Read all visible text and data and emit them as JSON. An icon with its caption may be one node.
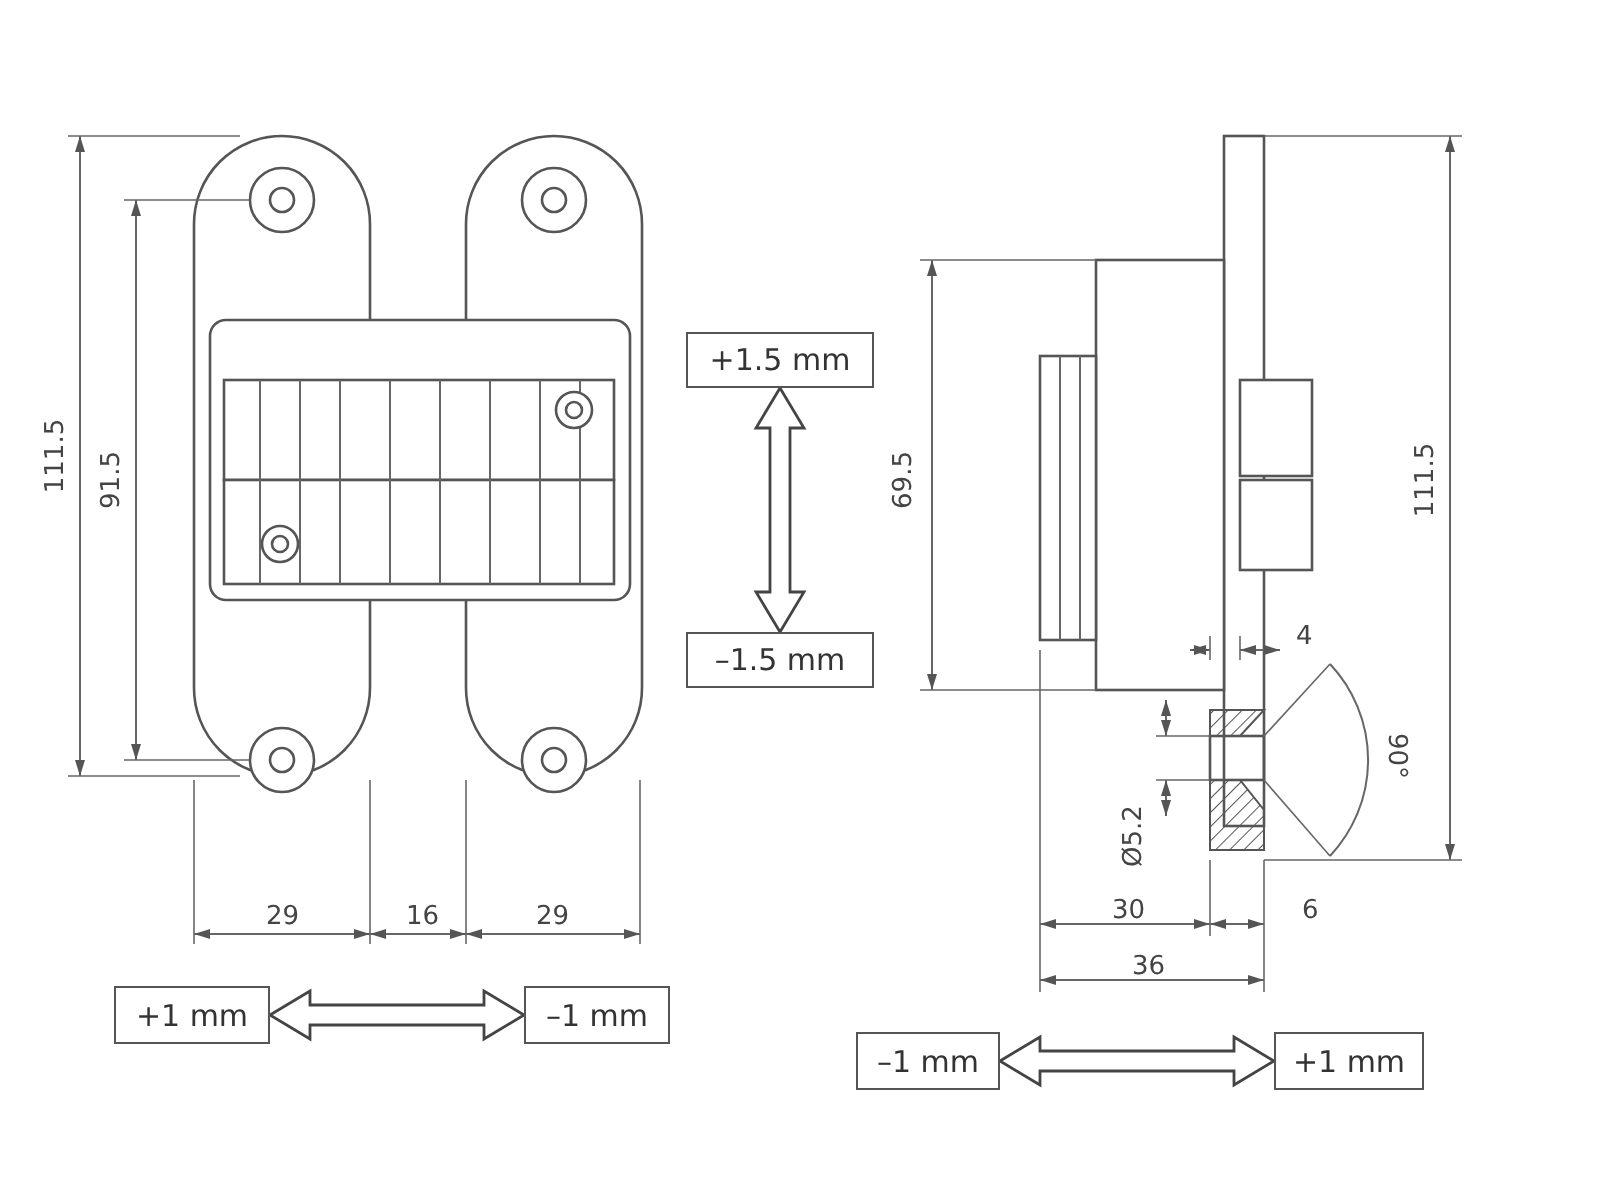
{
  "diagram": {
    "nodes": [
      {
        "text": [
          "+1.5 mm"
        ]
      },
      {
        "text": [
          "–1.5 mm"
        ]
      },
      {
        "text": [
          "+1 mm"
        ]
      },
      {
        "text": [
          "–1 mm"
        ]
      },
      {
        "text": [
          "–1 mm"
        ]
      },
      {
        "text": [
          "+1 mm"
        ]
      }
    ],
    "edges": [
      {
        "from": 0,
        "to": 1,
        "arrow": "both"
      },
      {
        "from": 2,
        "to": 3,
        "arrow": "both"
      },
      {
        "from": 4,
        "to": 5,
        "arrow": "both"
      }
    ],
    "labels": [
      "111.5",
      "91.5",
      "29",
      "16",
      "29",
      "69.5",
      "4",
      "90°",
      "111.5",
      "Ø5.2",
      "30",
      "6",
      "36"
    ]
  }
}
